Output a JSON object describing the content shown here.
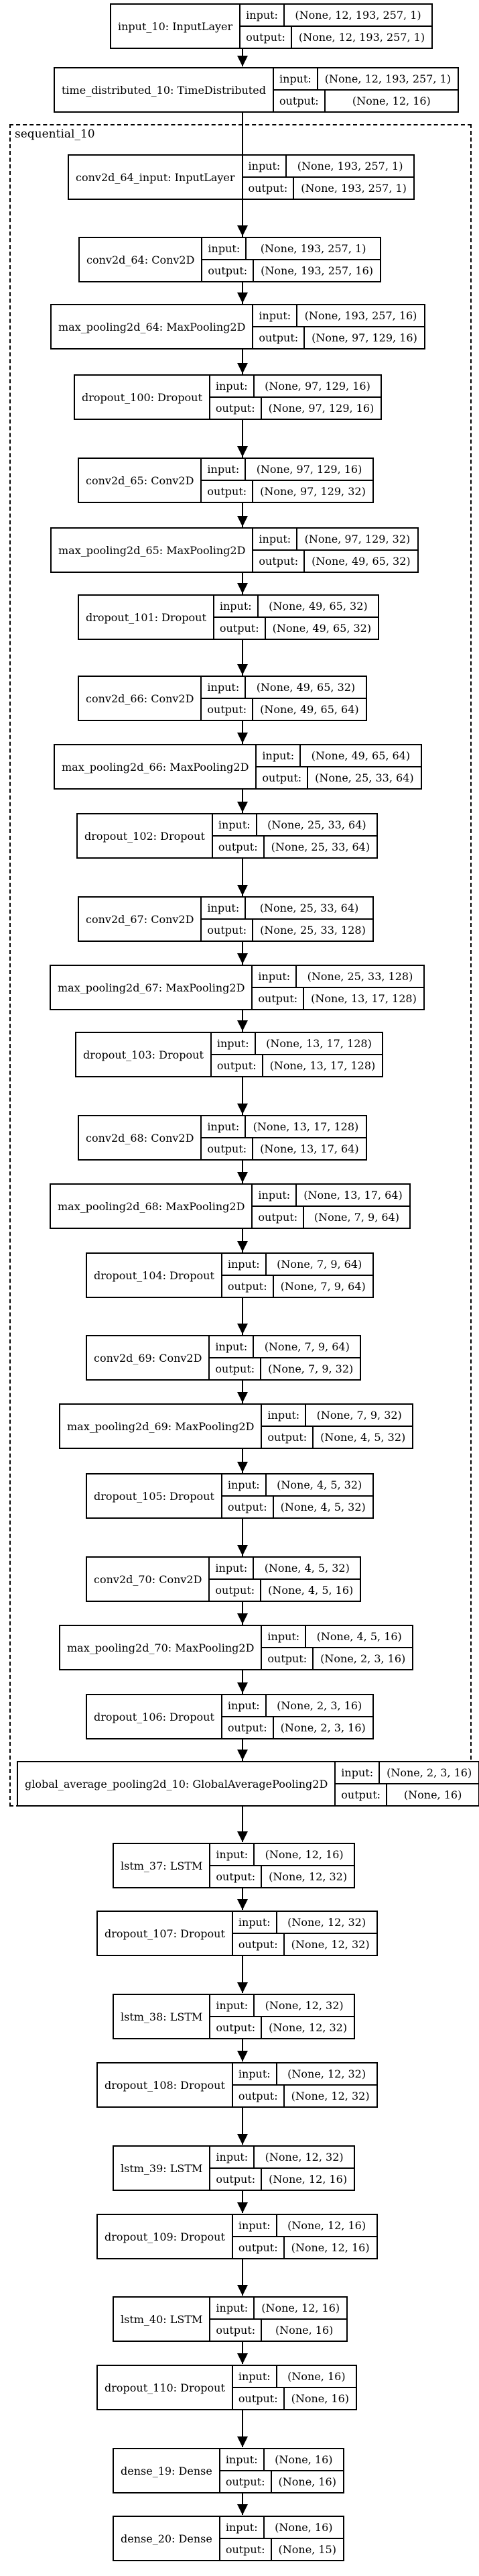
{
  "cluster_label": "sequential_10",
  "io_labels": {
    "input": "input:",
    "output": "output:"
  },
  "nodes": [
    {
      "name": "input_10: InputLayer",
      "input": "(None, 12, 193, 257, 1)",
      "output": "(None, 12, 193, 257, 1)"
    },
    {
      "name": "time_distributed_10: TimeDistributed",
      "input": "(None, 12, 193, 257, 1)",
      "output": "(None, 12, 16)"
    },
    {
      "name": "conv2d_64_input: InputLayer",
      "input": "(None, 193, 257, 1)",
      "output": "(None, 193, 257, 1)"
    },
    {
      "name": "conv2d_64: Conv2D",
      "input": "(None, 193, 257, 1)",
      "output": "(None, 193, 257, 16)"
    },
    {
      "name": "max_pooling2d_64: MaxPooling2D",
      "input": "(None, 193, 257, 16)",
      "output": "(None, 97, 129, 16)"
    },
    {
      "name": "dropout_100: Dropout",
      "input": "(None, 97, 129, 16)",
      "output": "(None, 97, 129, 16)"
    },
    {
      "name": "conv2d_65: Conv2D",
      "input": "(None, 97, 129, 16)",
      "output": "(None, 97, 129, 32)"
    },
    {
      "name": "max_pooling2d_65: MaxPooling2D",
      "input": "(None, 97, 129, 32)",
      "output": "(None, 49, 65, 32)"
    },
    {
      "name": "dropout_101: Dropout",
      "input": "(None, 49, 65, 32)",
      "output": "(None, 49, 65, 32)"
    },
    {
      "name": "conv2d_66: Conv2D",
      "input": "(None, 49, 65, 32)",
      "output": "(None, 49, 65, 64)"
    },
    {
      "name": "max_pooling2d_66: MaxPooling2D",
      "input": "(None, 49, 65, 64)",
      "output": "(None, 25, 33, 64)"
    },
    {
      "name": "dropout_102: Dropout",
      "input": "(None, 25, 33, 64)",
      "output": "(None, 25, 33, 64)"
    },
    {
      "name": "conv2d_67: Conv2D",
      "input": "(None, 25, 33, 64)",
      "output": "(None, 25, 33, 128)"
    },
    {
      "name": "max_pooling2d_67: MaxPooling2D",
      "input": "(None, 25, 33, 128)",
      "output": "(None, 13, 17, 128)"
    },
    {
      "name": "dropout_103: Dropout",
      "input": "(None, 13, 17, 128)",
      "output": "(None, 13, 17, 128)"
    },
    {
      "name": "conv2d_68: Conv2D",
      "input": "(None, 13, 17, 128)",
      "output": "(None, 13, 17, 64)"
    },
    {
      "name": "max_pooling2d_68: MaxPooling2D",
      "input": "(None, 13, 17, 64)",
      "output": "(None, 7, 9, 64)"
    },
    {
      "name": "dropout_104: Dropout",
      "input": "(None, 7, 9, 64)",
      "output": "(None, 7, 9, 64)"
    },
    {
      "name": "conv2d_69: Conv2D",
      "input": "(None, 7, 9, 64)",
      "output": "(None, 7, 9, 32)"
    },
    {
      "name": "max_pooling2d_69: MaxPooling2D",
      "input": "(None, 7, 9, 32)",
      "output": "(None, 4, 5, 32)"
    },
    {
      "name": "dropout_105: Dropout",
      "input": "(None, 4, 5, 32)",
      "output": "(None, 4, 5, 32)"
    },
    {
      "name": "conv2d_70: Conv2D",
      "input": "(None, 4, 5, 32)",
      "output": "(None, 4, 5, 16)"
    },
    {
      "name": "max_pooling2d_70: MaxPooling2D",
      "input": "(None, 4, 5, 16)",
      "output": "(None, 2, 3, 16)"
    },
    {
      "name": "dropout_106: Dropout",
      "input": "(None, 2, 3, 16)",
      "output": "(None, 2, 3, 16)"
    },
    {
      "name": "global_average_pooling2d_10: GlobalAveragePooling2D",
      "input": "(None, 2, 3, 16)",
      "output": "(None, 16)"
    },
    {
      "name": "lstm_37: LSTM",
      "input": "(None, 12, 16)",
      "output": "(None, 12, 32)"
    },
    {
      "name": "dropout_107: Dropout",
      "input": "(None, 12, 32)",
      "output": "(None, 12, 32)"
    },
    {
      "name": "lstm_38: LSTM",
      "input": "(None, 12, 32)",
      "output": "(None, 12, 32)"
    },
    {
      "name": "dropout_108: Dropout",
      "input": "(None, 12, 32)",
      "output": "(None, 12, 32)"
    },
    {
      "name": "lstm_39: LSTM",
      "input": "(None, 12, 32)",
      "output": "(None, 12, 16)"
    },
    {
      "name": "dropout_109: Dropout",
      "input": "(None, 12, 16)",
      "output": "(None, 12, 16)"
    },
    {
      "name": "lstm_40: LSTM",
      "input": "(None, 12, 16)",
      "output": "(None, 16)"
    },
    {
      "name": "dropout_110: Dropout",
      "input": "(None, 16)",
      "output": "(None, 16)"
    },
    {
      "name": "dense_19: Dense",
      "input": "(None, 16)",
      "output": "(None, 16)"
    },
    {
      "name": "dense_20: Dense",
      "input": "(None, 16)",
      "output": "(None, 15)"
    }
  ],
  "edges": [
    [
      0,
      1
    ],
    [
      2,
      3
    ],
    [
      3,
      4
    ],
    [
      4,
      5
    ],
    [
      5,
      6
    ],
    [
      6,
      7
    ],
    [
      7,
      8
    ],
    [
      8,
      9
    ],
    [
      9,
      10
    ],
    [
      10,
      11
    ],
    [
      11,
      12
    ],
    [
      12,
      13
    ],
    [
      13,
      14
    ],
    [
      14,
      15
    ],
    [
      15,
      16
    ],
    [
      16,
      17
    ],
    [
      17,
      18
    ],
    [
      18,
      19
    ],
    [
      19,
      20
    ],
    [
      20,
      21
    ],
    [
      21,
      22
    ],
    [
      22,
      23
    ],
    [
      23,
      24
    ],
    [
      1,
      25
    ],
    [
      25,
      26
    ],
    [
      26,
      27
    ],
    [
      27,
      28
    ],
    [
      28,
      29
    ],
    [
      29,
      30
    ],
    [
      30,
      31
    ],
    [
      31,
      32
    ],
    [
      32,
      33
    ],
    [
      33,
      34
    ]
  ]
}
